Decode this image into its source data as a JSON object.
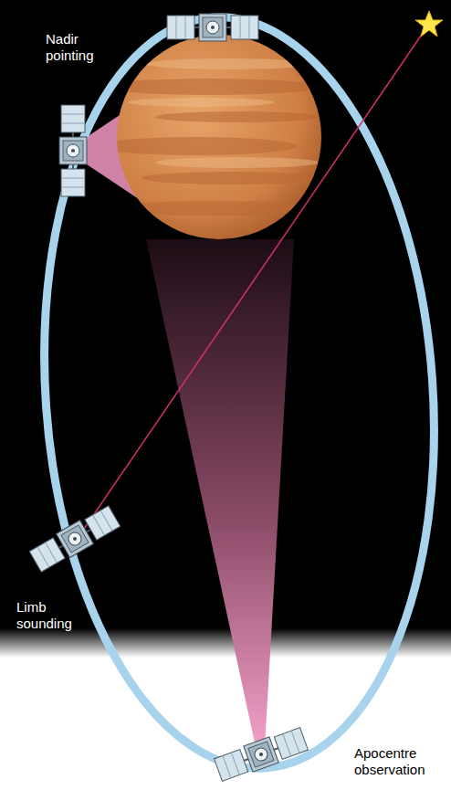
{
  "diagram": {
    "labels": [
      "Nadir pointing",
      "Limb sounding",
      "Apocentre observation"
    ]
  }
}
